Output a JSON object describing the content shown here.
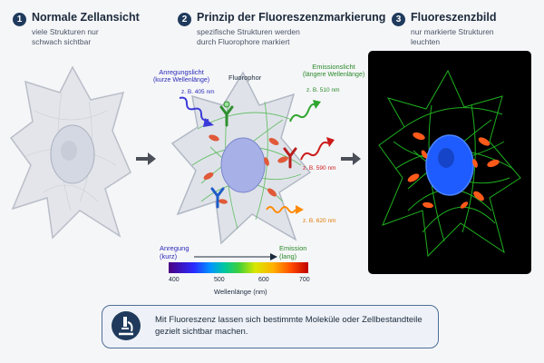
{
  "steps": [
    {
      "number": "1",
      "title": "Normale Zellansicht",
      "subtitle": "viele Strukturen nur\nschwach sichtbar"
    },
    {
      "number": "2",
      "title": "Prinzip der Fluoreszenzmarkierung",
      "subtitle": "spezifische Strukturen werden\ndurch Fluorophore markiert"
    },
    {
      "number": "3",
      "title": "Fluoreszenzbild",
      "subtitle": "nur markierte Strukturen\nleuchten"
    }
  ],
  "labels": {
    "excitation_title": "Anregungslicht",
    "excitation_sub": "(kurze Wellenlänge)",
    "excitation_example": "z. B. 405 nm",
    "fluorophore": "Fluorophor",
    "emission_title": "Emissionslicht",
    "emission_sub": "(längere Wellenlänge)",
    "emission_green": "z. B. 510 nm",
    "emission_red": "z. B. 590 nm",
    "emission_orange": "z. B. 620 nm"
  },
  "spectrum": {
    "left_label": "Anregung\n(kurz)",
    "right_label": "Emission\n(lang)",
    "ticks": [
      "400",
      "500",
      "600",
      "700"
    ],
    "axis_label": "Wellenlänge (nm)"
  },
  "info": {
    "text": "Mit Fluoreszenz lassen sich bestimmte Moleküle oder Zellbestandteile\ngezielt sichtbar machen."
  },
  "colors": {
    "excitation": "#3a3ad8",
    "emission_green": "#2fa52f",
    "emission_red": "#cc1a1a",
    "emission_orange": "#ff8a00",
    "nucleus_fluo": "#1f5cff",
    "mito_fluo": "#ff5a1a",
    "actin_fluo": "#22c322"
  }
}
